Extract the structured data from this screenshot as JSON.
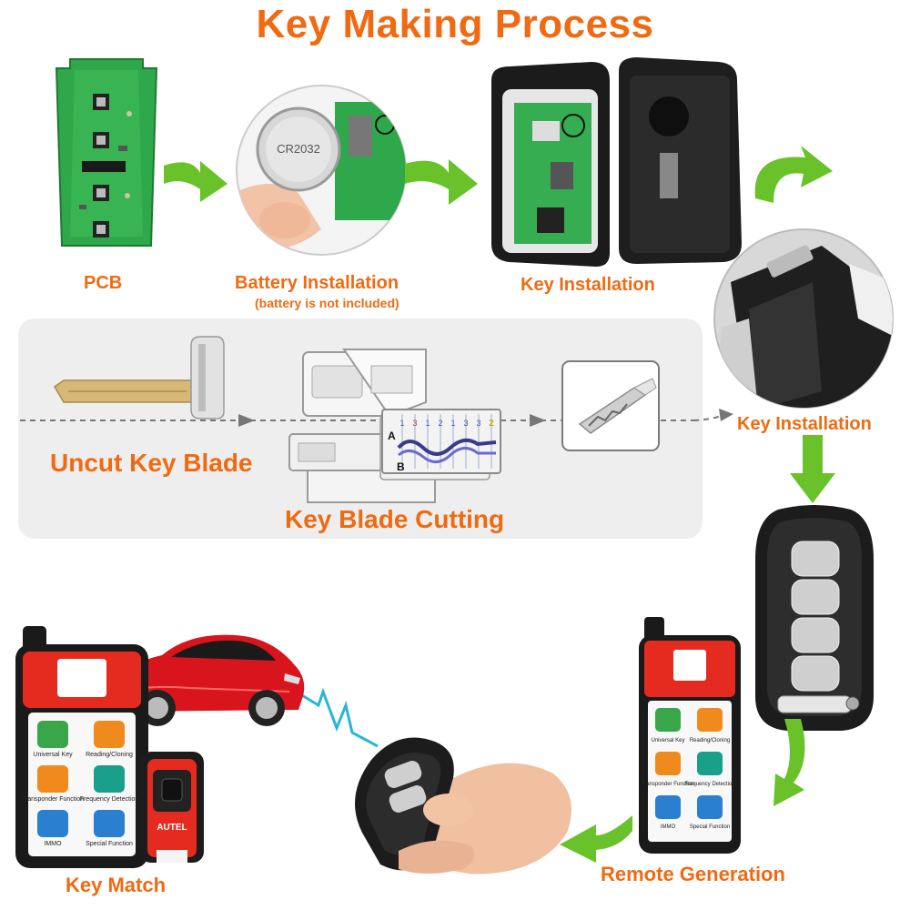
{
  "title": "Key Making Process",
  "steps": {
    "pcb": "PCB",
    "battery": "Battery Installation",
    "battery_note": "(battery is not included)",
    "key_installation_top": "Key Installation",
    "key_installation_right": "Key Installation",
    "uncut_blade": "Uncut Key Blade",
    "blade_cutting": "Key Blade Cutting",
    "remote_generation": "Remote Generation",
    "key_match": "Key Match"
  },
  "battery_text": "CR2032",
  "cutting_chart": {
    "label_a": "A",
    "label_b": "B",
    "digits": [
      "1",
      "3",
      "1",
      "2",
      "1",
      "3",
      "3",
      "2"
    ]
  },
  "tool_apps": [
    {
      "label": "Universal Key",
      "color": "#3aa64a"
    },
    {
      "label": "Reading/Cloning",
      "color": "#f08a1c"
    },
    {
      "label": "Transponder Function",
      "color": "#f08a1c"
    },
    {
      "label": "Frequency Detection",
      "color": "#1aa08a"
    },
    {
      "label": "IMMO",
      "color": "#2a7fd0"
    },
    {
      "label": "Special Function",
      "color": "#2a7fd0"
    }
  ],
  "obd_brand": "AUTEL",
  "colors": {
    "accent": "#f06a12",
    "arrow_green": "#6ac22a",
    "pcb_green": "#2ea84a",
    "tool_red": "#e52a20",
    "panel_gray": "#eeeeee"
  }
}
